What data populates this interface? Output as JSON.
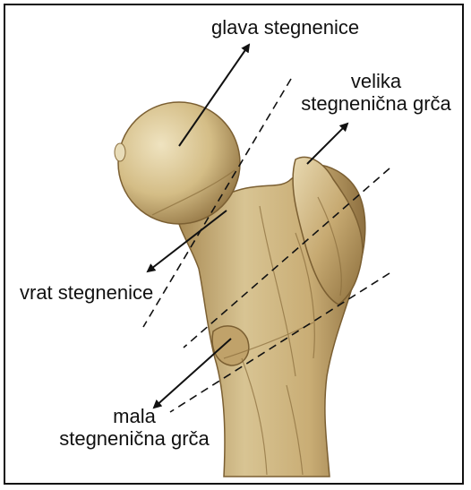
{
  "labels": {
    "head": "glava stegnenice",
    "greater_trochanter_line1": "velika",
    "greater_trochanter_line2": "stegnenična grča",
    "neck": "vrat stegnenice",
    "lesser_trochanter_line1": "mala",
    "lesser_trochanter_line2": "stegnenična grča"
  },
  "colors": {
    "bone_light": "#e2d2a8",
    "bone_mid": "#c5a871",
    "bone_dark": "#8c6d3a",
    "line": "#111111"
  }
}
